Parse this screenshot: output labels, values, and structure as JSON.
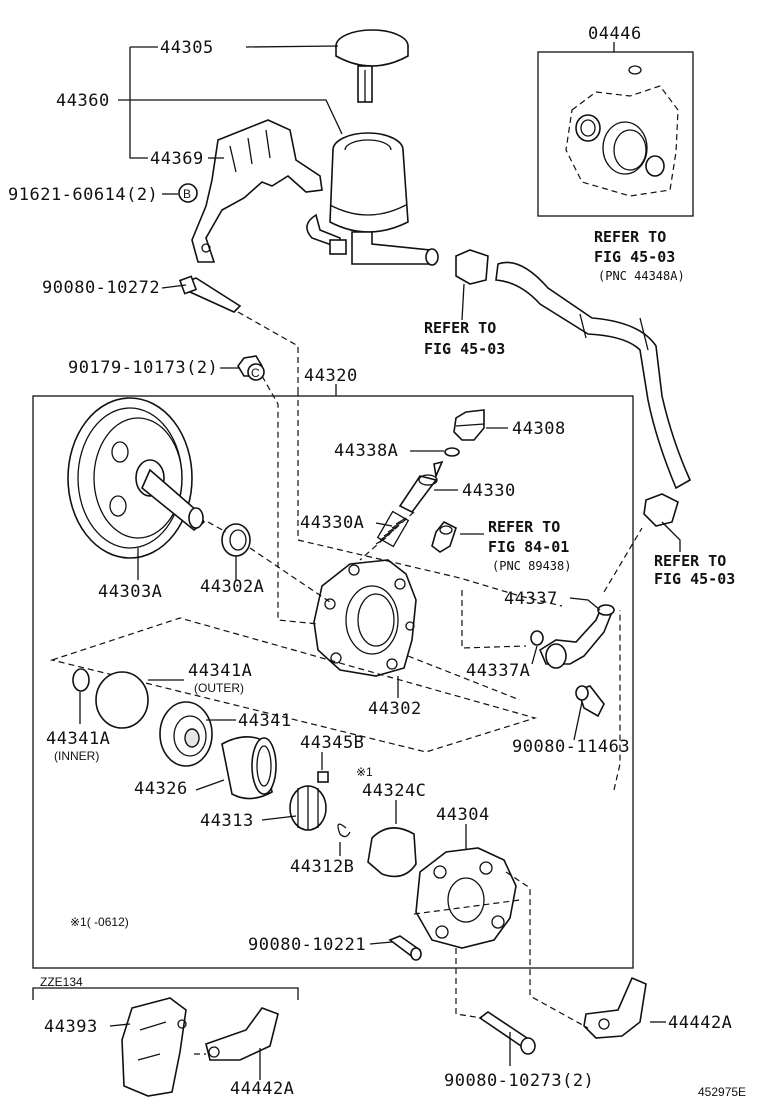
{
  "labels": {
    "p44305": "44305",
    "p44360": "44360",
    "p44369": "44369",
    "p91621": "91621-60614(2)",
    "bolt_b": "B",
    "p90080_10272": "90080-10272",
    "p90179": "90179-10173(2)",
    "bolt_c": "C",
    "p44320": "44320",
    "p04446": "04446",
    "p44308": "44308",
    "p44338a": "44338A",
    "p44330": "44330",
    "p44330a": "44330A",
    "p44303a": "44303A",
    "p44302a": "44302A",
    "p44302": "44302",
    "p44337": "44337",
    "p44337a": "44337A",
    "p90080_11463": "90080-11463",
    "p44341a_outer": "44341A",
    "outer_note": "(OUTER)",
    "p44341a_inner": "44341A",
    "inner_note": "(INNER)",
    "p44341": "44341",
    "p44345b": "44345B",
    "mark1": "※1",
    "p44326": "44326",
    "p44324c": "44324C",
    "p44313": "44313",
    "p44304": "44304",
    "p44312b": "44312B",
    "footnote": "※1(    -0612)",
    "p90080_10221": "90080-10221",
    "zze": "ZZE134",
    "p44393": "44393",
    "p44442a_left": "44442A",
    "p44442a_right": "44442A",
    "p90080_10273": "90080-10273(2)",
    "diagram_id": "452975E"
  },
  "refs": {
    "ref1": {
      "line1": "REFER TO",
      "line2": "FIG 45-03"
    },
    "ref2": {
      "line1": "REFER TO",
      "line2": "FIG 45-03",
      "line3": "(PNC 44348A)"
    },
    "ref3": {
      "line1": "REFER TO",
      "line2": "FIG 84-01",
      "line3": "(PNC 89438)"
    },
    "ref4": {
      "line1": "REFER TO",
      "line2": "FIG 45-03"
    }
  }
}
